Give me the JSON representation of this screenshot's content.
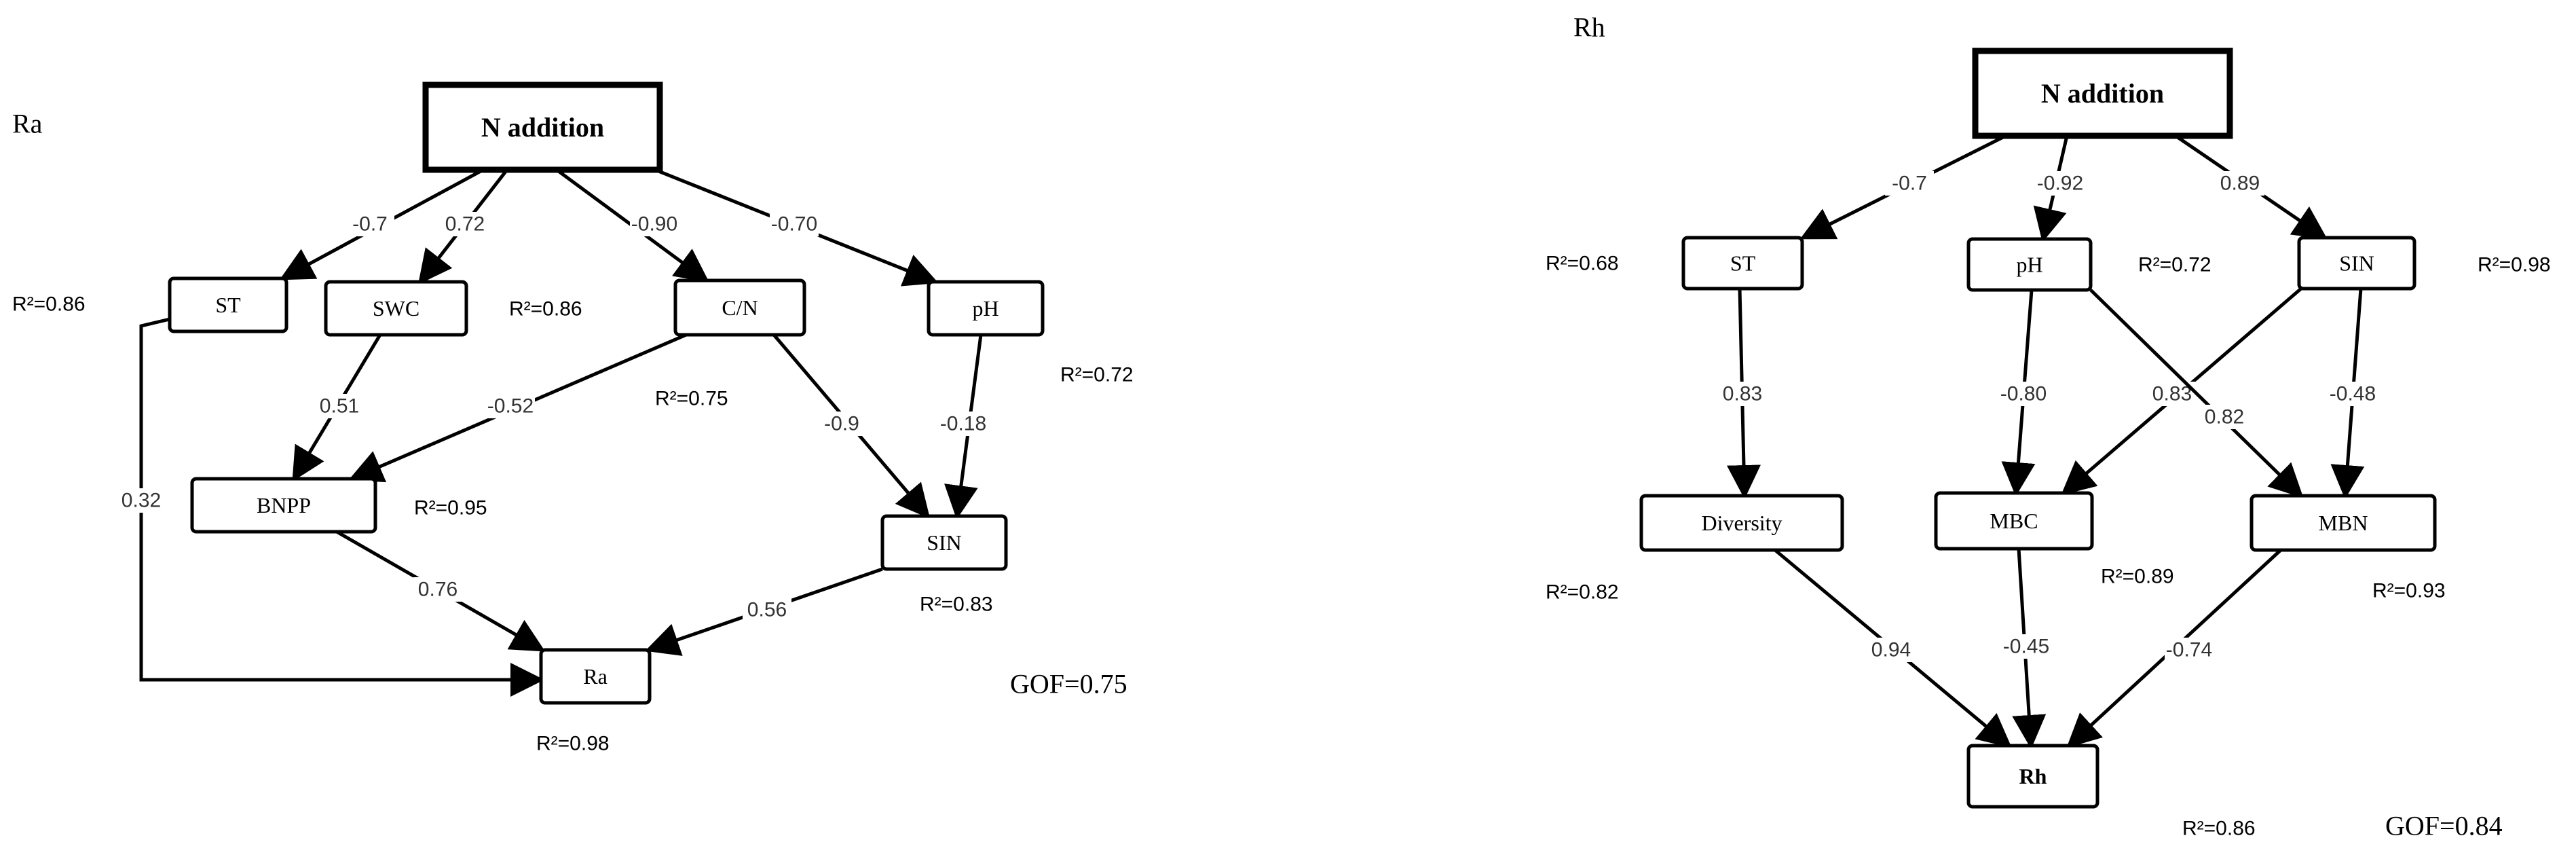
{
  "panels": [
    {
      "id": "ra",
      "title": "Ra",
      "gof": "GOF=0.75",
      "nodes": {
        "n": {
          "label": "N addition",
          "main": true
        },
        "st": {
          "label": "ST"
        },
        "swc": {
          "label": "SWC"
        },
        "cn": {
          "label": "C/N"
        },
        "ph": {
          "label": "pH"
        },
        "bnpp": {
          "label": "BNPP"
        },
        "sin": {
          "label": "SIN"
        },
        "ra": {
          "label": "Ra"
        }
      },
      "edges": [
        {
          "from": "n",
          "to": "st",
          "coef": "-0.7"
        },
        {
          "from": "n",
          "to": "swc",
          "coef": "0.72"
        },
        {
          "from": "n",
          "to": "cn",
          "coef": "-0.90"
        },
        {
          "from": "n",
          "to": "ph",
          "coef": "-0.70"
        },
        {
          "from": "swc",
          "to": "bnpp",
          "coef": "0.51"
        },
        {
          "from": "cn",
          "to": "bnpp",
          "coef": "-0.52"
        },
        {
          "from": "cn",
          "to": "sin",
          "coef": "-0.9"
        },
        {
          "from": "ph",
          "to": "sin",
          "coef": "-0.18"
        },
        {
          "from": "st",
          "to": "ra",
          "coef": "0.32"
        },
        {
          "from": "bnpp",
          "to": "ra",
          "coef": "0.76"
        },
        {
          "from": "sin",
          "to": "ra",
          "coef": "0.56"
        }
      ],
      "r2": [
        {
          "node": "st",
          "text": "R²=0.86"
        },
        {
          "node": "swc",
          "text": "R²=0.86"
        },
        {
          "node": "cn",
          "text": "R²=0.75"
        },
        {
          "node": "ph",
          "text": "R²=0.72"
        },
        {
          "node": "bnpp",
          "text": "R²=0.95"
        },
        {
          "node": "sin",
          "text": "R²=0.83"
        },
        {
          "node": "ra",
          "text": "R²=0.98"
        }
      ]
    },
    {
      "id": "rh",
      "title": "Rh",
      "gof": "GOF=0.84",
      "nodes": {
        "n": {
          "label": "N addition",
          "main": true
        },
        "st": {
          "label": "ST"
        },
        "ph": {
          "label": "pH"
        },
        "sin": {
          "label": "SIN"
        },
        "div": {
          "label": "Diversity"
        },
        "mbc": {
          "label": "MBC"
        },
        "mbn": {
          "label": "MBN"
        },
        "rh": {
          "label": "Rh",
          "bold": true
        }
      },
      "edges": [
        {
          "from": "n",
          "to": "st",
          "coef": "-0.7"
        },
        {
          "from": "n",
          "to": "ph",
          "coef": "-0.92"
        },
        {
          "from": "n",
          "to": "sin",
          "coef": "0.89"
        },
        {
          "from": "st",
          "to": "div",
          "coef": "0.83"
        },
        {
          "from": "ph",
          "to": "mbc",
          "coef": "-0.80"
        },
        {
          "from": "sin",
          "to": "mbc",
          "coef": "0.83"
        },
        {
          "from": "ph",
          "to": "mbn",
          "coef": "0.82"
        },
        {
          "from": "sin",
          "to": "mbn",
          "coef": "-0.48"
        },
        {
          "from": "div",
          "to": "rh",
          "coef": "0.94"
        },
        {
          "from": "mbc",
          "to": "rh",
          "coef": "-0.45"
        },
        {
          "from": "mbn",
          "to": "rh",
          "coef": "-0.74"
        }
      ],
      "r2": [
        {
          "node": "st",
          "text": "R²=0.68"
        },
        {
          "node": "ph",
          "text": "R²=0.72"
        },
        {
          "node": "sin",
          "text": "R²=0.98"
        },
        {
          "node": "div",
          "text": "R²=0.82"
        },
        {
          "node": "mbc",
          "text": "R²=0.89"
        },
        {
          "node": "mbn",
          "text": "R²=0.93"
        },
        {
          "node": "rh",
          "text": "R²=0.86"
        }
      ]
    }
  ]
}
